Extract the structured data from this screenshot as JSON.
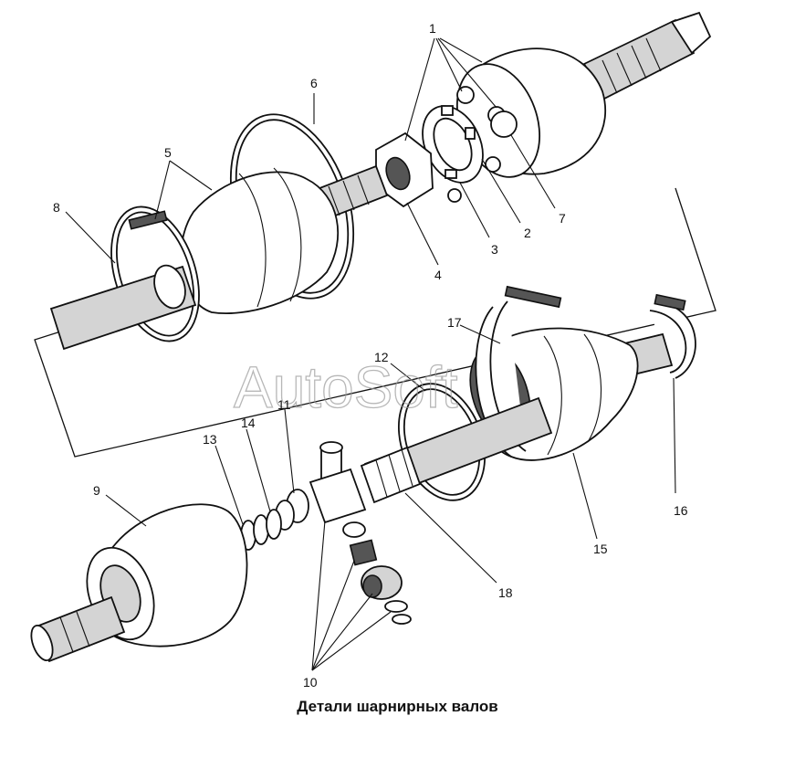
{
  "caption": "Детали шарнирных валов",
  "watermark": "AutoSoft",
  "callouts": {
    "c1": "1",
    "c2": "2",
    "c3": "3",
    "c4": "4",
    "c5": "5",
    "c6": "6",
    "c7": "7",
    "c8": "8",
    "c9": "9",
    "c10": "10",
    "c11": "11",
    "c12": "12",
    "c13": "13",
    "c14": "14",
    "c15": "15",
    "c16": "16",
    "c17": "17",
    "c18": "18"
  }
}
